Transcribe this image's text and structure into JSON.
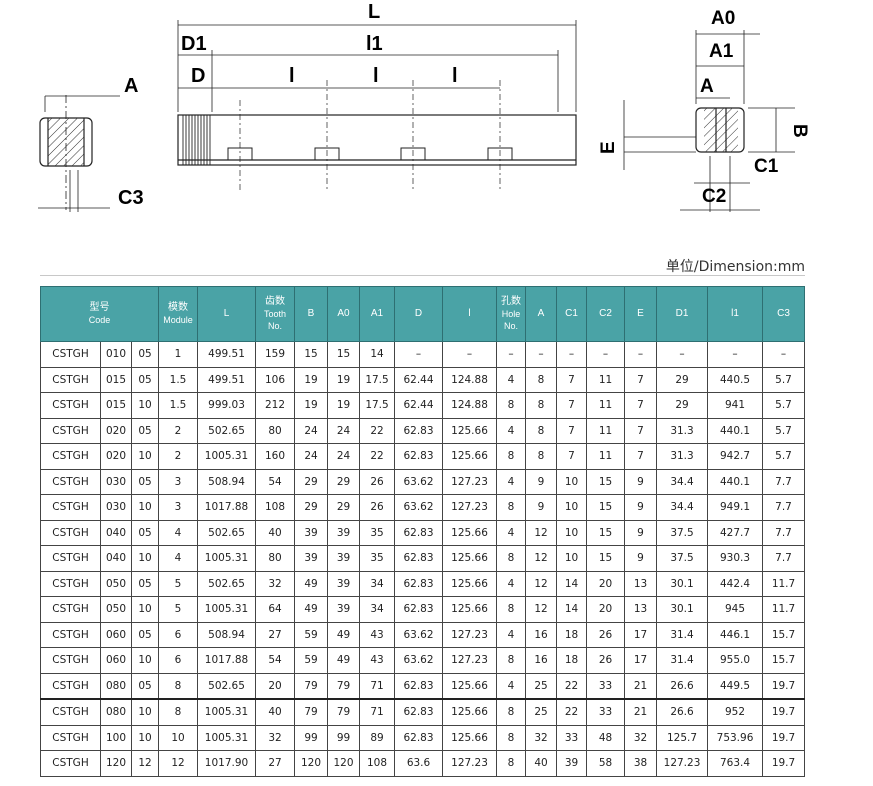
{
  "drawing": {
    "labels": {
      "L": "L",
      "D1": "D1",
      "l1": "l1",
      "D": "D",
      "l": "l",
      "A": "A",
      "C3": "C3",
      "A0": "A0",
      "A1": "A1",
      "B": "B",
      "E": "E",
      "C1": "C1",
      "C2": "C2"
    }
  },
  "unit_label": "单位/Dimension:mm",
  "table": {
    "headers": [
      {
        "main": "型号",
        "sub": "Code"
      },
      {
        "main": "模数",
        "sub": "Module"
      },
      {
        "main": "L",
        "sub": ""
      },
      {
        "main": "齿数",
        "sub": "Tooth No."
      },
      {
        "main": "B",
        "sub": ""
      },
      {
        "main": "A0",
        "sub": ""
      },
      {
        "main": "A1",
        "sub": ""
      },
      {
        "main": "D",
        "sub": ""
      },
      {
        "main": "l",
        "sub": ""
      },
      {
        "main": "孔数",
        "sub": "Hole No."
      },
      {
        "main": "A",
        "sub": ""
      },
      {
        "main": "C1",
        "sub": ""
      },
      {
        "main": "C2",
        "sub": ""
      },
      {
        "main": "E",
        "sub": ""
      },
      {
        "main": "D1",
        "sub": ""
      },
      {
        "main": "l1",
        "sub": ""
      },
      {
        "main": "C3",
        "sub": ""
      }
    ],
    "rows": [
      [
        "CSTGH",
        "010",
        "05",
        "1",
        "499.51",
        "159",
        "15",
        "15",
        "14",
        "–",
        "–",
        "–",
        "–",
        "–",
        "–",
        "–",
        "–",
        "–",
        "–"
      ],
      [
        "CSTGH",
        "015",
        "05",
        "1.5",
        "499.51",
        "106",
        "19",
        "19",
        "17.5",
        "62.44",
        "124.88",
        "4",
        "8",
        "7",
        "11",
        "7",
        "29",
        "440.5",
        "5.7"
      ],
      [
        "CSTGH",
        "015",
        "10",
        "1.5",
        "999.03",
        "212",
        "19",
        "19",
        "17.5",
        "62.44",
        "124.88",
        "8",
        "8",
        "7",
        "11",
        "7",
        "29",
        "941",
        "5.7"
      ],
      [
        "CSTGH",
        "020",
        "05",
        "2",
        "502.65",
        "80",
        "24",
        "24",
        "22",
        "62.83",
        "125.66",
        "4",
        "8",
        "7",
        "11",
        "7",
        "31.3",
        "440.1",
        "5.7"
      ],
      [
        "CSTGH",
        "020",
        "10",
        "2",
        "1005.31",
        "160",
        "24",
        "24",
        "22",
        "62.83",
        "125.66",
        "8",
        "8",
        "7",
        "11",
        "7",
        "31.3",
        "942.7",
        "5.7"
      ],
      [
        "CSTGH",
        "030",
        "05",
        "3",
        "508.94",
        "54",
        "29",
        "29",
        "26",
        "63.62",
        "127.23",
        "4",
        "9",
        "10",
        "15",
        "9",
        "34.4",
        "440.1",
        "7.7"
      ],
      [
        "CSTGH",
        "030",
        "10",
        "3",
        "1017.88",
        "108",
        "29",
        "29",
        "26",
        "63.62",
        "127.23",
        "8",
        "9",
        "10",
        "15",
        "9",
        "34.4",
        "949.1",
        "7.7"
      ],
      [
        "CSTGH",
        "040",
        "05",
        "4",
        "502.65",
        "40",
        "39",
        "39",
        "35",
        "62.83",
        "125.66",
        "4",
        "12",
        "10",
        "15",
        "9",
        "37.5",
        "427.7",
        "7.7"
      ],
      [
        "CSTGH",
        "040",
        "10",
        "4",
        "1005.31",
        "80",
        "39",
        "39",
        "35",
        "62.83",
        "125.66",
        "8",
        "12",
        "10",
        "15",
        "9",
        "37.5",
        "930.3",
        "7.7"
      ],
      [
        "CSTGH",
        "050",
        "05",
        "5",
        "502.65",
        "32",
        "49",
        "39",
        "34",
        "62.83",
        "125.66",
        "4",
        "12",
        "14",
        "20",
        "13",
        "30.1",
        "442.4",
        "11.7"
      ],
      [
        "CSTGH",
        "050",
        "10",
        "5",
        "1005.31",
        "64",
        "49",
        "39",
        "34",
        "62.83",
        "125.66",
        "8",
        "12",
        "14",
        "20",
        "13",
        "30.1",
        "945",
        "11.7"
      ],
      [
        "CSTGH",
        "060",
        "05",
        "6",
        "508.94",
        "27",
        "59",
        "49",
        "43",
        "63.62",
        "127.23",
        "4",
        "16",
        "18",
        "26",
        "17",
        "31.4",
        "446.1",
        "15.7"
      ],
      [
        "CSTGH",
        "060",
        "10",
        "6",
        "1017.88",
        "54",
        "59",
        "49",
        "43",
        "63.62",
        "127.23",
        "8",
        "16",
        "18",
        "26",
        "17",
        "31.4",
        "955.0",
        "15.7"
      ],
      [
        "CSTGH",
        "080",
        "05",
        "8",
        "502.65",
        "20",
        "79",
        "79",
        "71",
        "62.83",
        "125.66",
        "4",
        "25",
        "22",
        "33",
        "21",
        "26.6",
        "449.5",
        "19.7"
      ],
      [
        "CSTGH",
        "080",
        "10",
        "8",
        "1005.31",
        "40",
        "79",
        "79",
        "71",
        "62.83",
        "125.66",
        "8",
        "25",
        "22",
        "33",
        "21",
        "26.6",
        "952",
        "19.7"
      ],
      [
        "CSTGH",
        "100",
        "10",
        "10",
        "1005.31",
        "32",
        "99",
        "99",
        "89",
        "62.83",
        "125.66",
        "8",
        "32",
        "33",
        "48",
        "32",
        "125.7",
        "753.96",
        "19.7"
      ],
      [
        "CSTGH",
        "120",
        "12",
        "12",
        "1017.90",
        "27",
        "120",
        "120",
        "108",
        "63.6",
        "127.23",
        "8",
        "40",
        "39",
        "58",
        "38",
        "127.23",
        "763.4",
        "19.7"
      ]
    ]
  }
}
